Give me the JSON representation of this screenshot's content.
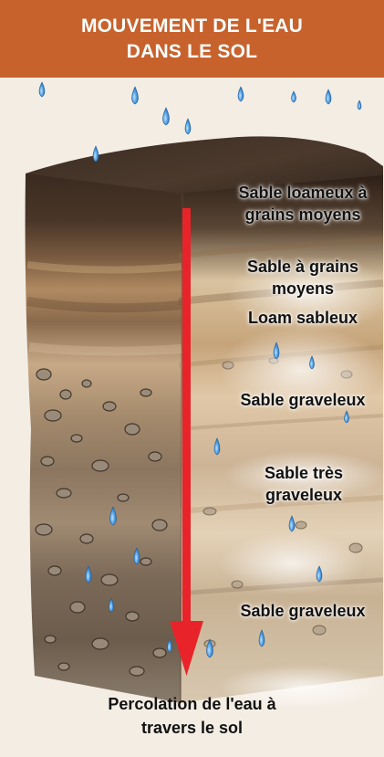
{
  "header": {
    "title_line1": "MOUVEMENT DE L'EAU",
    "title_line2": "DANS LE SOL"
  },
  "layers": [
    {
      "line1": "Sable loameux à",
      "line2": "grains moyens"
    },
    {
      "line1": "Sable à grains",
      "line2": "moyens"
    },
    {
      "line1": "Loam sableux",
      "line2": ""
    },
    {
      "line1": "Sable graveleux",
      "line2": ""
    },
    {
      "line1": "Sable très",
      "line2": "graveleux"
    },
    {
      "line1": "Sable graveleux",
      "line2": ""
    }
  ],
  "caption": {
    "line1": "Percolation de l'eau à",
    "line2": "travers le sol"
  },
  "colors": {
    "header_bg": "#c8622d",
    "page_bg": "#f4ede4",
    "arrow": "#e8242a",
    "water": "#3d8fd0"
  }
}
